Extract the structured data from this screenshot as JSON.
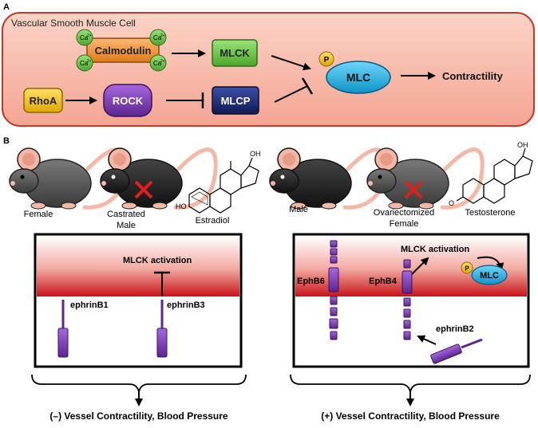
{
  "panel_a": {
    "letter": "A",
    "cell_label": "Vascular Smooth Muscle Cell",
    "calcium": "Ca",
    "calcium_charge": "2+",
    "calmodulin": "Calmodulin",
    "mlck": "MLCK",
    "rhoa": "RhoA",
    "rock": "ROCK",
    "mlcp": "MLCP",
    "phospho": "P",
    "mlc": "MLC",
    "contractility": "Contractility"
  },
  "panel_b": {
    "letter": "B",
    "left": {
      "female": "Female",
      "castrated_line1": "Castrated",
      "castrated_line2": "Male",
      "estradiol": "Estradiol",
      "estradiol_oh_top": "OH",
      "estradiol_ho": "HO",
      "mlck_activation": "MLCK activation",
      "ephrinb1": "ephrinB1",
      "ephrinb3": "ephrinB3",
      "result": "(–) Vessel Contractility, Blood Pressure"
    },
    "right": {
      "male": "Male",
      "ovx_line1": "Ovariectomized",
      "ovx_line2": "Female",
      "testosterone": "Testosterone",
      "testosterone_oh": "OH",
      "testosterone_o": "O",
      "mlck_activation": "MLCK activation",
      "ephb6": "EphB6",
      "ephb4": "EphB4",
      "phospho": "P",
      "mlc": "MLC",
      "ephrinb2": "ephrinB2",
      "result": "(+) Vessel Contractility, Blood Pressure"
    }
  },
  "colors": {
    "cell_fill": "#f8c2b3",
    "cell_stroke": "#c0392b",
    "calmodulin": "#f59842",
    "calcium": "#8fd466",
    "mlck": "#6cc24a",
    "rhoa": "#f7c21a",
    "rock": "#7b3fb0",
    "mlcp": "#1f2f7a",
    "mlc": "#1ab2e6",
    "phospho": "#f7d31a",
    "protein": "#8e44c4",
    "red_x": "#e0201a"
  }
}
